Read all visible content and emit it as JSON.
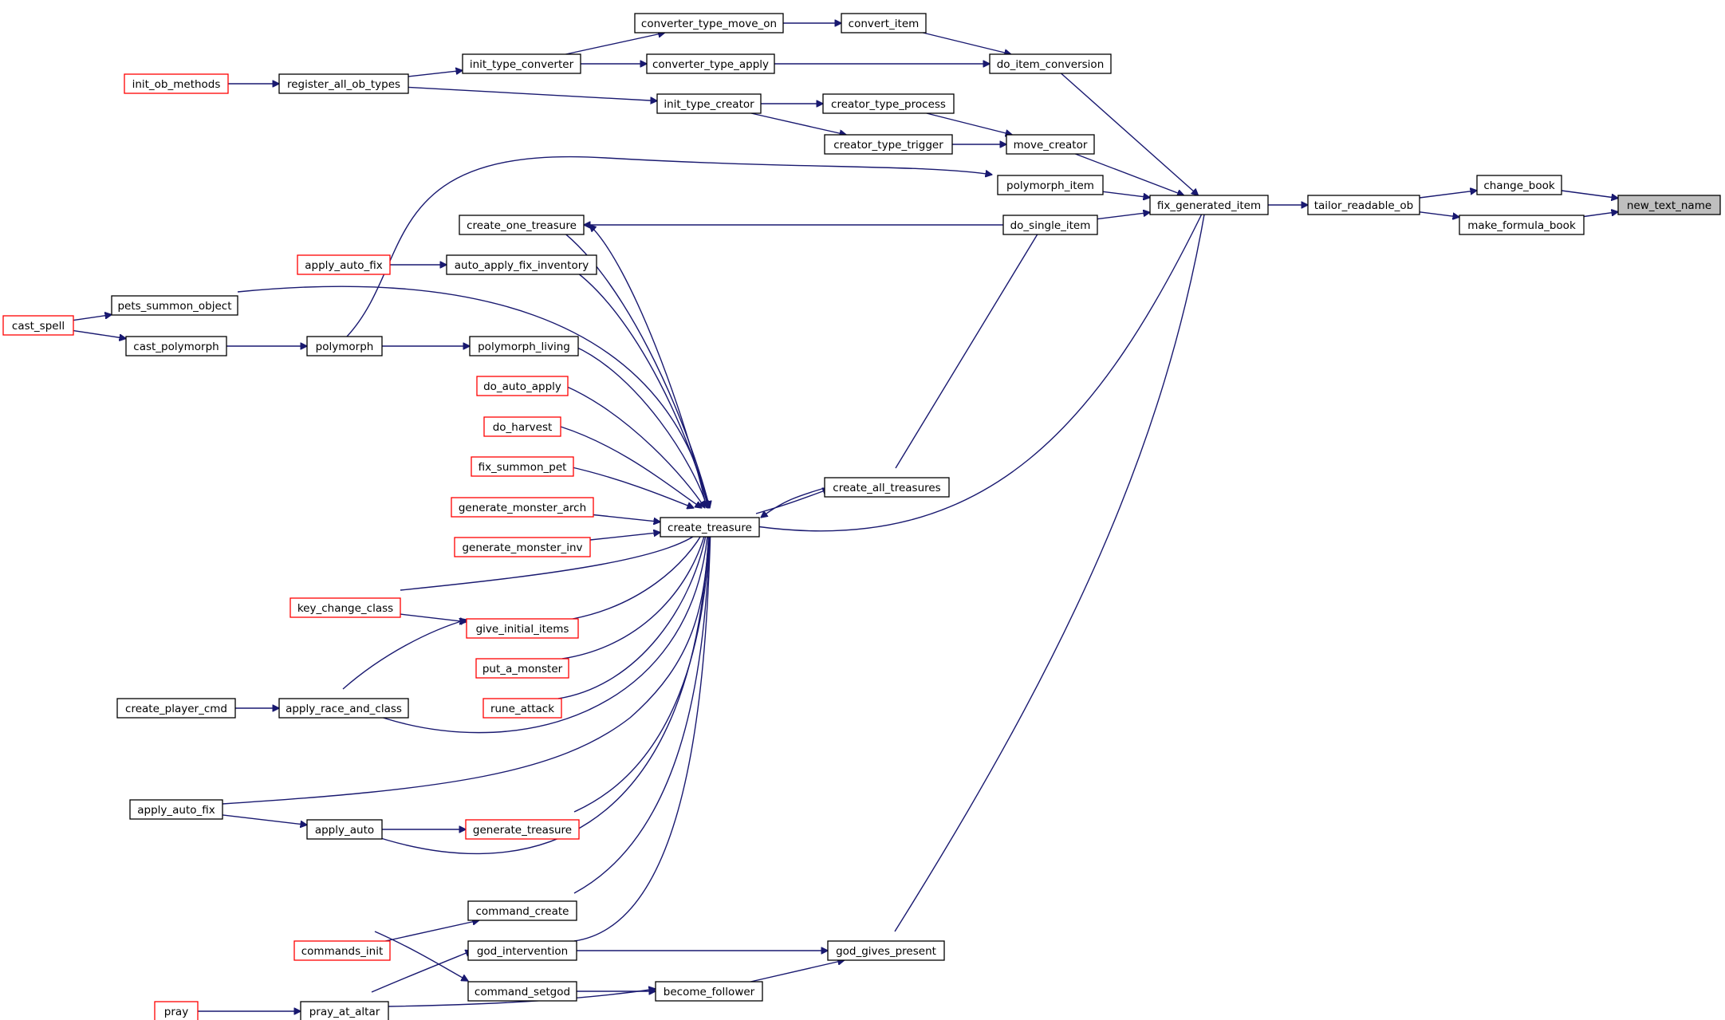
{
  "graph": {
    "nodes": [
      {
        "id": "new_text_name",
        "label": "new_text_name",
        "style": "focus"
      },
      {
        "id": "change_book",
        "label": "change_book",
        "style": "normal"
      },
      {
        "id": "make_formula_book",
        "label": "make_formula_book",
        "style": "normal"
      },
      {
        "id": "tailor_readable_ob",
        "label": "tailor_readable_ob",
        "style": "normal"
      },
      {
        "id": "fix_generated_item",
        "label": "fix_generated_item",
        "style": "normal"
      },
      {
        "id": "do_item_conversion",
        "label": "do_item_conversion",
        "style": "normal"
      },
      {
        "id": "move_creator",
        "label": "move_creator",
        "style": "normal"
      },
      {
        "id": "polymorph_item",
        "label": "polymorph_item",
        "style": "normal"
      },
      {
        "id": "do_single_item",
        "label": "do_single_item",
        "style": "normal"
      },
      {
        "id": "convert_item",
        "label": "convert_item",
        "style": "normal"
      },
      {
        "id": "converter_type_move_on",
        "label": "converter_type_move_on",
        "style": "normal"
      },
      {
        "id": "converter_type_apply",
        "label": "converter_type_apply",
        "style": "normal"
      },
      {
        "id": "init_type_converter",
        "label": "init_type_converter",
        "style": "normal"
      },
      {
        "id": "register_all_ob_types",
        "label": "register_all_ob_types",
        "style": "normal"
      },
      {
        "id": "init_ob_methods",
        "label": "init_ob_methods",
        "style": "red"
      },
      {
        "id": "creator_type_process",
        "label": "creator_type_process",
        "style": "normal"
      },
      {
        "id": "creator_type_trigger",
        "label": "creator_type_trigger",
        "style": "normal"
      },
      {
        "id": "init_type_creator",
        "label": "init_type_creator",
        "style": "normal"
      },
      {
        "id": "create_one_treasure",
        "label": "create_one_treasure",
        "style": "normal"
      },
      {
        "id": "auto_apply_fix_inventory",
        "label": "auto_apply_fix_inventory",
        "style": "normal"
      },
      {
        "id": "apply_auto_fix_red",
        "label": "apply_auto_fix",
        "style": "red"
      },
      {
        "id": "pets_summon_object",
        "label": "pets_summon_object",
        "style": "normal"
      },
      {
        "id": "cast_spell",
        "label": "cast_spell",
        "style": "red"
      },
      {
        "id": "cast_polymorph",
        "label": "cast_polymorph",
        "style": "normal"
      },
      {
        "id": "polymorph",
        "label": "polymorph",
        "style": "normal"
      },
      {
        "id": "polymorph_living",
        "label": "polymorph_living",
        "style": "normal"
      },
      {
        "id": "do_auto_apply",
        "label": "do_auto_apply",
        "style": "red"
      },
      {
        "id": "do_harvest",
        "label": "do_harvest",
        "style": "red"
      },
      {
        "id": "fix_summon_pet",
        "label": "fix_summon_pet",
        "style": "red"
      },
      {
        "id": "generate_monster_arch",
        "label": "generate_monster_arch",
        "style": "red"
      },
      {
        "id": "generate_monster_inv",
        "label": "generate_monster_inv",
        "style": "red"
      },
      {
        "id": "create_treasure",
        "label": "create_treasure",
        "style": "normal"
      },
      {
        "id": "create_all_treasures",
        "label": "create_all_treasures",
        "style": "normal"
      },
      {
        "id": "key_change_class",
        "label": "key_change_class",
        "style": "red"
      },
      {
        "id": "give_initial_items",
        "label": "give_initial_items",
        "style": "red"
      },
      {
        "id": "put_a_monster",
        "label": "put_a_monster",
        "style": "red"
      },
      {
        "id": "rune_attack",
        "label": "rune_attack",
        "style": "red"
      },
      {
        "id": "create_player_cmd",
        "label": "create_player_cmd",
        "style": "normal"
      },
      {
        "id": "apply_race_and_class",
        "label": "apply_race_and_class",
        "style": "normal"
      },
      {
        "id": "apply_auto_fix",
        "label": "apply_auto_fix",
        "style": "normal"
      },
      {
        "id": "apply_auto",
        "label": "apply_auto",
        "style": "normal"
      },
      {
        "id": "generate_treasure",
        "label": "generate_treasure",
        "style": "red"
      },
      {
        "id": "command_create",
        "label": "command_create",
        "style": "normal"
      },
      {
        "id": "commands_init",
        "label": "commands_init",
        "style": "red"
      },
      {
        "id": "god_intervention",
        "label": "god_intervention",
        "style": "normal"
      },
      {
        "id": "god_gives_present",
        "label": "god_gives_present",
        "style": "normal"
      },
      {
        "id": "command_setgod",
        "label": "command_setgod",
        "style": "normal"
      },
      {
        "id": "become_follower",
        "label": "become_follower",
        "style": "normal"
      },
      {
        "id": "pray",
        "label": "pray",
        "style": "red"
      },
      {
        "id": "pray_at_altar",
        "label": "pray_at_altar",
        "style": "normal"
      }
    ],
    "edges": [
      {
        "from": "change_book",
        "to": "new_text_name"
      },
      {
        "from": "make_formula_book",
        "to": "new_text_name"
      },
      {
        "from": "tailor_readable_ob",
        "to": "change_book"
      },
      {
        "from": "tailor_readable_ob",
        "to": "make_formula_book"
      },
      {
        "from": "fix_generated_item",
        "to": "tailor_readable_ob"
      },
      {
        "from": "do_item_conversion",
        "to": "fix_generated_item"
      },
      {
        "from": "move_creator",
        "to": "fix_generated_item"
      },
      {
        "from": "polymorph_item",
        "to": "fix_generated_item"
      },
      {
        "from": "do_single_item",
        "to": "fix_generated_item"
      },
      {
        "from": "create_treasure",
        "to": "fix_generated_item"
      },
      {
        "from": "god_gives_present",
        "to": "fix_generated_item"
      },
      {
        "from": "convert_item",
        "to": "do_item_conversion"
      },
      {
        "from": "converter_type_apply",
        "to": "do_item_conversion"
      },
      {
        "from": "converter_type_move_on",
        "to": "convert_item"
      },
      {
        "from": "init_type_converter",
        "to": "converter_type_move_on"
      },
      {
        "from": "init_type_converter",
        "to": "converter_type_apply"
      },
      {
        "from": "register_all_ob_types",
        "to": "init_type_converter"
      },
      {
        "from": "register_all_ob_types",
        "to": "init_type_creator"
      },
      {
        "from": "init_ob_methods",
        "to": "register_all_ob_types"
      },
      {
        "from": "creator_type_process",
        "to": "move_creator"
      },
      {
        "from": "creator_type_trigger",
        "to": "move_creator"
      },
      {
        "from": "init_type_creator",
        "to": "creator_type_process"
      },
      {
        "from": "init_type_creator",
        "to": "creator_type_trigger"
      },
      {
        "from": "polymorph",
        "to": "polymorph_item"
      },
      {
        "from": "do_single_item",
        "to": "create_one_treasure"
      },
      {
        "from": "create_all_treasures",
        "to": "do_single_item"
      },
      {
        "from": "create_treasure",
        "to": "create_one_treasure"
      },
      {
        "from": "create_one_treasure",
        "to": "create_treasure"
      },
      {
        "from": "apply_auto_fix_red",
        "to": "auto_apply_fix_inventory"
      },
      {
        "from": "auto_apply_fix_inventory",
        "to": "create_treasure"
      },
      {
        "from": "pets_summon_object",
        "to": "create_treasure"
      },
      {
        "from": "cast_spell",
        "to": "pets_summon_object"
      },
      {
        "from": "cast_spell",
        "to": "cast_polymorph"
      },
      {
        "from": "cast_polymorph",
        "to": "polymorph"
      },
      {
        "from": "polymorph",
        "to": "polymorph_living"
      },
      {
        "from": "polymorph_living",
        "to": "create_treasure"
      },
      {
        "from": "do_auto_apply",
        "to": "create_treasure"
      },
      {
        "from": "do_harvest",
        "to": "create_treasure"
      },
      {
        "from": "fix_summon_pet",
        "to": "create_treasure"
      },
      {
        "from": "generate_monster_arch",
        "to": "create_treasure"
      },
      {
        "from": "generate_monster_inv",
        "to": "create_treasure"
      },
      {
        "from": "create_treasure",
        "to": "create_all_treasures"
      },
      {
        "from": "create_all_treasures",
        "to": "create_treasure"
      },
      {
        "from": "key_change_class",
        "to": "create_treasure"
      },
      {
        "from": "key_change_class",
        "to": "give_initial_items"
      },
      {
        "from": "give_initial_items",
        "to": "create_treasure"
      },
      {
        "from": "put_a_monster",
        "to": "create_treasure"
      },
      {
        "from": "rune_attack",
        "to": "create_treasure"
      },
      {
        "from": "create_player_cmd",
        "to": "apply_race_and_class"
      },
      {
        "from": "apply_race_and_class",
        "to": "give_initial_items"
      },
      {
        "from": "apply_race_and_class",
        "to": "create_treasure"
      },
      {
        "from": "apply_auto_fix",
        "to": "create_treasure"
      },
      {
        "from": "apply_auto_fix",
        "to": "apply_auto"
      },
      {
        "from": "apply_auto",
        "to": "generate_treasure"
      },
      {
        "from": "apply_auto",
        "to": "create_treasure"
      },
      {
        "from": "generate_treasure",
        "to": "create_treasure"
      },
      {
        "from": "command_create",
        "to": "create_treasure"
      },
      {
        "from": "commands_init",
        "to": "command_create"
      },
      {
        "from": "commands_init",
        "to": "command_setgod"
      },
      {
        "from": "god_intervention",
        "to": "create_treasure"
      },
      {
        "from": "god_intervention",
        "to": "god_gives_present"
      },
      {
        "from": "become_follower",
        "to": "god_gives_present"
      },
      {
        "from": "command_setgod",
        "to": "become_follower"
      },
      {
        "from": "pray_at_altar",
        "to": "god_intervention"
      },
      {
        "from": "pray_at_altar",
        "to": "become_follower"
      },
      {
        "from": "pray",
        "to": "pray_at_altar"
      }
    ]
  }
}
